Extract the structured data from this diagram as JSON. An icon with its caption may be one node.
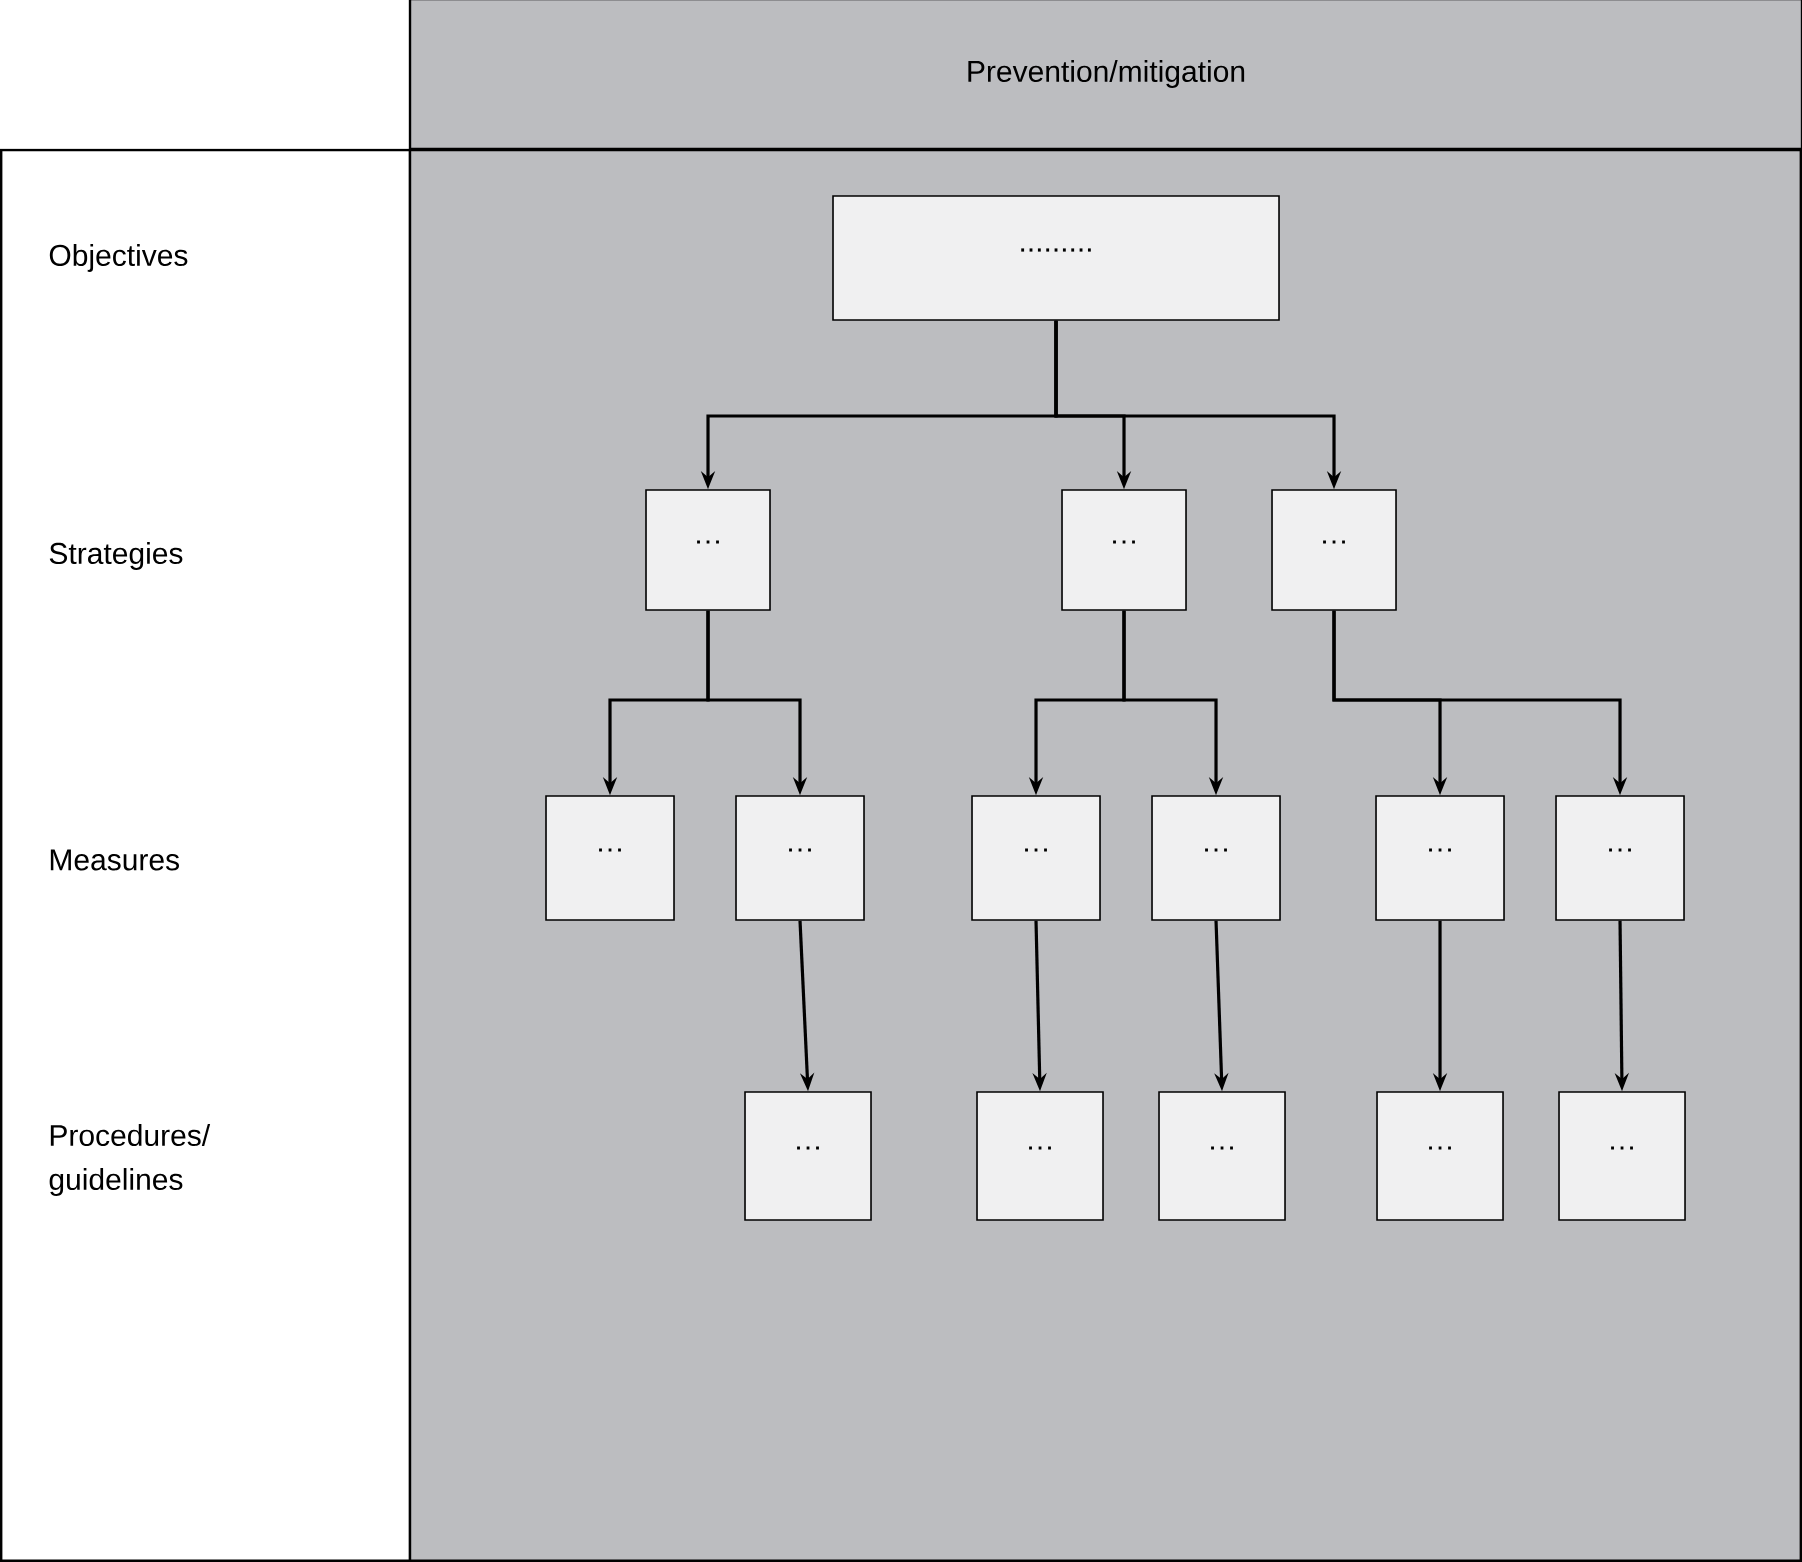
{
  "diagram": {
    "nodes": [
      {
        "text": [
          "Prevention/mitigation"
        ]
      },
      {
        "text": [
          "........."
        ]
      },
      {
        "text": [
          "…"
        ]
      },
      {
        "text": [
          "…"
        ]
      },
      {
        "text": [
          "…"
        ]
      },
      {
        "text": [
          "…"
        ]
      },
      {
        "text": [
          "…"
        ]
      },
      {
        "text": [
          "…"
        ]
      },
      {
        "text": [
          "…"
        ]
      },
      {
        "text": [
          "…"
        ]
      },
      {
        "text": [
          "…"
        ]
      },
      {
        "text": [
          "…"
        ]
      },
      {
        "text": [
          "…"
        ]
      },
      {
        "text": [
          "…"
        ]
      },
      {
        "text": [
          "…"
        ]
      },
      {
        "text": [
          "…"
        ]
      }
    ],
    "edges": [
      {
        "from": 1,
        "to": 2,
        "arrow": "to"
      },
      {
        "from": 1,
        "to": 3,
        "arrow": "to"
      },
      {
        "from": 1,
        "to": 4,
        "arrow": "to"
      },
      {
        "from": 2,
        "to": 5,
        "arrow": "to"
      },
      {
        "from": 2,
        "to": 6,
        "arrow": "to"
      },
      {
        "from": 3,
        "to": 7,
        "arrow": "to"
      },
      {
        "from": 3,
        "to": 8,
        "arrow": "to"
      },
      {
        "from": 4,
        "to": 9,
        "arrow": "to"
      },
      {
        "from": 4,
        "to": 10,
        "arrow": "to"
      },
      {
        "from": 6,
        "to": 11,
        "arrow": "to"
      },
      {
        "from": 7,
        "to": 12,
        "arrow": "to"
      },
      {
        "from": 8,
        "to": 13,
        "arrow": "to"
      },
      {
        "from": 9,
        "to": 14,
        "arrow": "to"
      },
      {
        "from": 10,
        "to": 15,
        "arrow": "to"
      }
    ],
    "labels": [
      "Objectives",
      "Strategies",
      "Measures",
      "Procedures/ guidelines"
    ]
  }
}
